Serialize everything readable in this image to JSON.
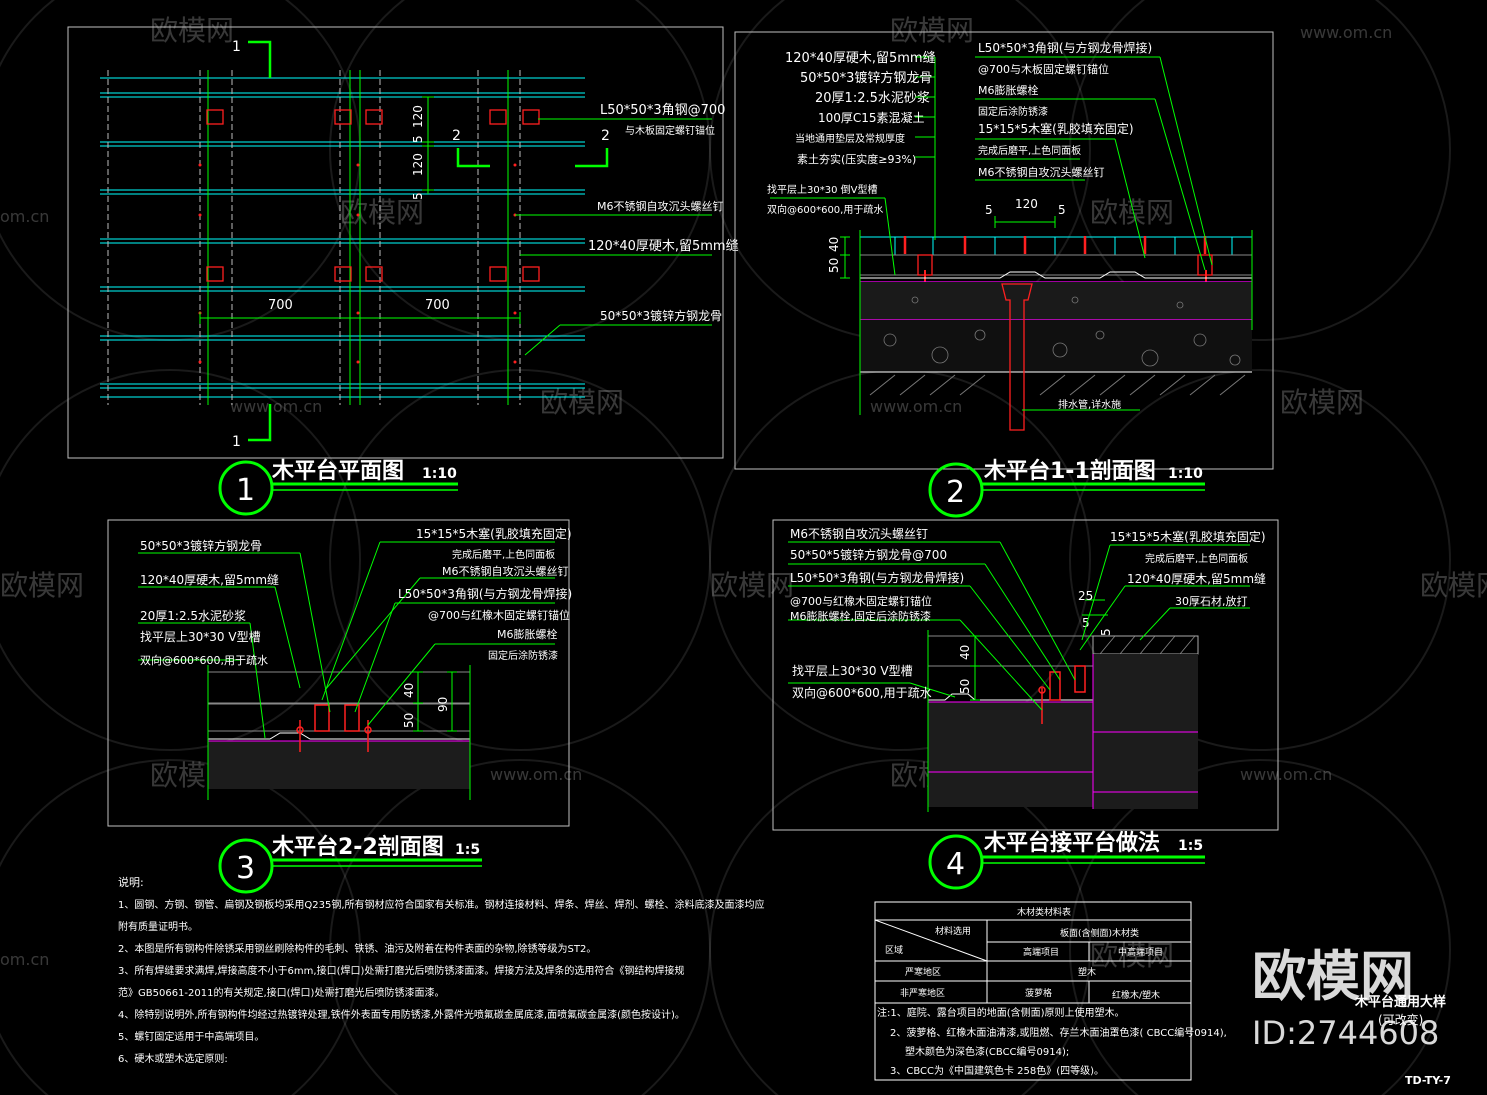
{
  "watermark": {
    "brand": "欧模网",
    "site": "www.om.cn",
    "site_short": "om.cn",
    "big_brand": "欧模网",
    "id": "ID:2744608"
  },
  "drawing_code": "TD-TY-7",
  "overlay_title": {
    "line1": "木平台通用大样",
    "line2": "(可改变)"
  },
  "views": [
    {
      "num": "1",
      "title": "木平台平面图",
      "scale": "1:10"
    },
    {
      "num": "2",
      "title": "木平台1-1剖面图",
      "scale": "1:10"
    },
    {
      "num": "3",
      "title": "木平台2-2剖面图",
      "scale": "1:5"
    },
    {
      "num": "4",
      "title": "木平台接平台做法",
      "scale": "1:5"
    }
  ],
  "v1": {
    "cut1": "1",
    "cut2": "2",
    "dims": {
      "a": "120",
      "b": "5",
      "c": "700"
    },
    "labels": [
      "L50*50*3角钢@700",
      "与木板固定螺钉锚位",
      "M6不锈钢自攻沉头螺丝钉",
      "120*40厚硬木,留5mm缝",
      "50*50*3镀锌方钢龙骨"
    ]
  },
  "v2": {
    "labels_left": [
      "120*40厚硬木,留5mm缝",
      "50*50*3镀锌方钢龙骨",
      "20厚1:2.5水泥砂浆",
      "100厚C15素混凝土",
      "当地通用垫层及常规厚度",
      "素土夯实(压实度≥93%)"
    ],
    "labels_left2": [
      "找平层上30*30 倒V型槽",
      "双向@600*600,用于疏水"
    ],
    "labels_right": [
      "L50*50*3角钢(与方钢龙骨焊接)",
      "@700与木板固定螺钉锚位",
      "M6膨胀螺栓",
      "固定后涂防锈漆",
      "15*15*5木塞(乳胶填充固定)",
      "完成后磨平,上色同面板",
      "M6不锈钢自攻沉头螺丝钉"
    ],
    "dims": {
      "d120": "120",
      "d5": "5",
      "d40": "40",
      "d50": "50"
    },
    "drain": "排水管,详水施"
  },
  "v3": {
    "labels_left": [
      "50*50*3镀锌方钢龙骨",
      "120*40厚硬木,留5mm缝",
      "20厚1:2.5水泥砂浆",
      "找平层上30*30 V型槽",
      "双向@600*600,用于疏水"
    ],
    "labels_right": [
      "15*15*5木塞(乳胶填充固定)",
      "完成后磨平,上色同面板",
      "M6不锈钢自攻沉头螺丝钉",
      "L50*50*3角钢(与方钢龙骨焊接)",
      "@700与红橡木固定螺钉锚位",
      "M6膨胀螺栓",
      "固定后涂防锈漆"
    ],
    "dims": {
      "d40": "40",
      "d50": "50",
      "d90": "90"
    }
  },
  "v4": {
    "labels_left": [
      "M6不锈钢自攻沉头螺丝钉",
      "50*50*5镀锌方钢龙骨@700",
      "L50*50*3角钢(与方钢龙骨焊接)",
      "@700与红橡木固定螺钉锚位",
      "M6膨胀螺栓,固定后涂防锈漆",
      "找平层上30*30 V型槽",
      "双向@600*600,用于疏水"
    ],
    "labels_right": [
      "15*15*5木塞(乳胶填充固定)",
      "完成后磨平,上色同面板",
      "120*40厚硬木,留5mm缝",
      "30厚石材,放打"
    ],
    "dims": {
      "d40": "40",
      "d50": "50",
      "d25": "25",
      "d5": "5"
    }
  },
  "notes": {
    "title": "说明:",
    "lines": [
      "1、圆钢、方钢、钢管、扁钢及钢板均采用Q235钢,所有钢材应符合国家有关标准。钢材连接材料、焊条、焊丝、焊剂、螺栓、涂料底漆及面漆均应",
      "附有质量证明书。",
      "2、本图是所有钢构件除锈采用钢丝刷除构件的毛刺、铁锈、油污及附着在构件表面的杂物,除锈等级为ST2。",
      "3、所有焊缝要求满焊,焊接高度不小于6mm,接口(焊口)处需打磨光后喷防锈漆面漆。焊接方法及焊条的选用符合《钢结构焊接规",
      "范》GB50661-2011的有关规定,接口(焊口)处需打磨光后喷防锈漆面漆。",
      "4、除特别说明外,所有钢构件均经过热镀锌处理,铁件外表面专用防锈漆,外露件光喷氟碳金属底漆,面喷氟碳金属漆(颜色按设计)。",
      "5、螺钉固定适用于中高端项目。",
      "6、硬木或塑木选定原则:"
    ]
  },
  "table": {
    "title": "木材类材料表",
    "h_material": "材料选用",
    "h_region": "区域",
    "h_top": "板面(含侧面)木材类",
    "h_col1": "高端项目",
    "h_col2": "中高端项目",
    "row1_region": "严寒地区",
    "row1_val": "塑木",
    "row2_region": "非严寒地区",
    "row2_col1": "菠萝格",
    "row2_col2": "红橡木/塑木",
    "notes": [
      "注:1、庭院、露台项目的地面(含侧面)原则上使用塑木。",
      "2、菠萝格、红橡木面油清漆,或阻燃、存兰木面油罩色漆(     CBCC编号0914),",
      "塑木颜色为深色漆(CBCC编号0914);",
      "3、CBCC为《中国建筑色卡 258色》(四等级)。"
    ]
  }
}
